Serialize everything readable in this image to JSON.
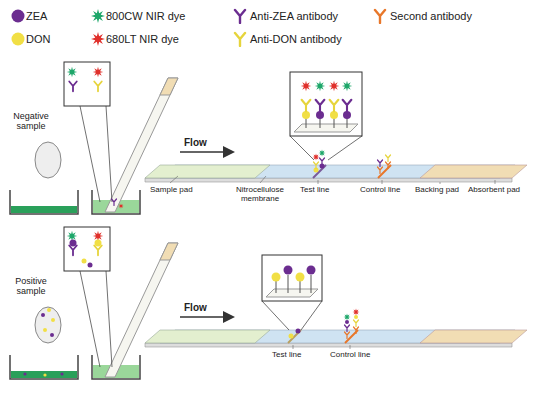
{
  "diagram": {
    "labels": [
      "Negative sample",
      "Flow",
      "Sample pad",
      "Nitrocellulose membrane",
      "Test line",
      "Control line",
      "Backing pad",
      "Absorbent pad",
      "Positive sample",
      "Flow",
      "Test line",
      "Control line"
    ],
    "legend": [
      {
        "text": "ZEA",
        "color": "#6b2d90"
      },
      {
        "text": "800CW NIR dye",
        "color": "#1ea76a"
      },
      {
        "text": "Anti-ZEA antibody",
        "color": "#6b2d90"
      },
      {
        "text": "Second antibody",
        "color": "#e8772a"
      },
      {
        "text": "DON",
        "color": "#f1df45"
      },
      {
        "text": "680LT NIR dye",
        "color": "#e0302b"
      },
      {
        "text": "Anti-DON antibody",
        "color": "#e6d43c"
      }
    ]
  }
}
